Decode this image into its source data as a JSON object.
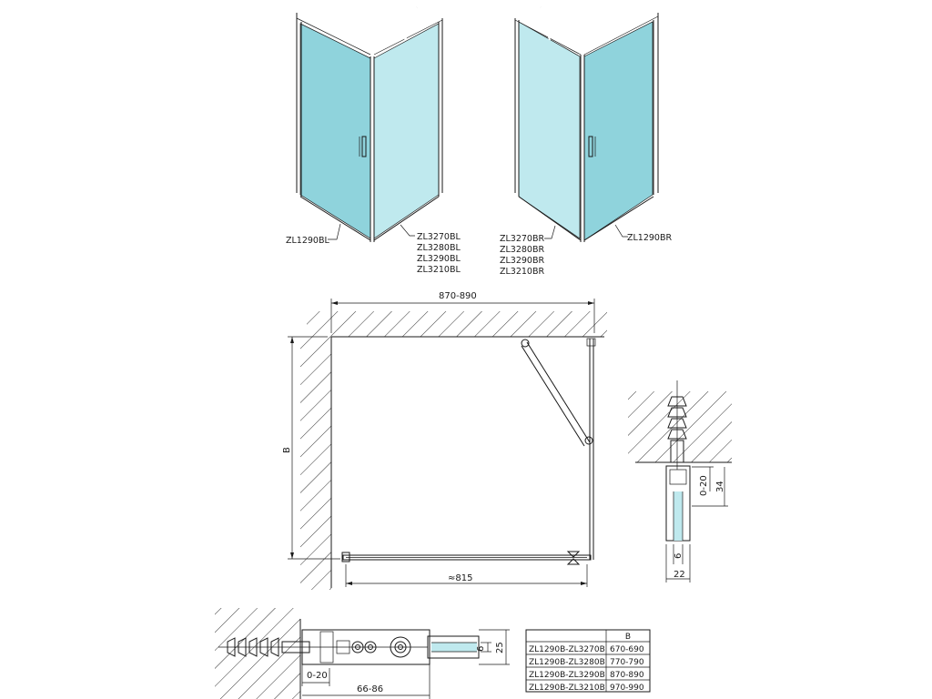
{
  "views": {
    "left_set": {
      "door_label": "ZL1290BL",
      "panel_labels": [
        "ZL3270BL",
        "ZL3280BL",
        "ZL3290BL",
        "ZL3210BL"
      ]
    },
    "right_set": {
      "door_label": "ZL1290BR",
      "panel_labels": [
        "ZL3270BR",
        "ZL3280BR",
        "ZL3290BR",
        "ZL3210BR"
      ]
    }
  },
  "plan": {
    "width_dim": "870-890",
    "depth_dim": "B",
    "door_dim": "≈815"
  },
  "profile_detail": {
    "dim_adjust": "0-20",
    "dim_34": "34",
    "dim_6": "6",
    "dim_22": "22"
  },
  "bottom_detail": {
    "dim_6": "6",
    "dim_25": "25",
    "dim_adjust": "0-20",
    "dim_range": "66-86"
  },
  "size_table": {
    "header": [
      "",
      "B"
    ],
    "rows": [
      [
        "ZL1290B-ZL3270B",
        "670-690"
      ],
      [
        "ZL1290B-ZL3280B",
        "770-790"
      ],
      [
        "ZL1290B-ZL3290B",
        "870-890"
      ],
      [
        "ZL1290B-ZL3210B",
        "970-990"
      ]
    ]
  },
  "colors": {
    "glass_dark": "#8fd3dc",
    "glass_light": "#bfe9ee",
    "line": "#1a1a1a"
  }
}
